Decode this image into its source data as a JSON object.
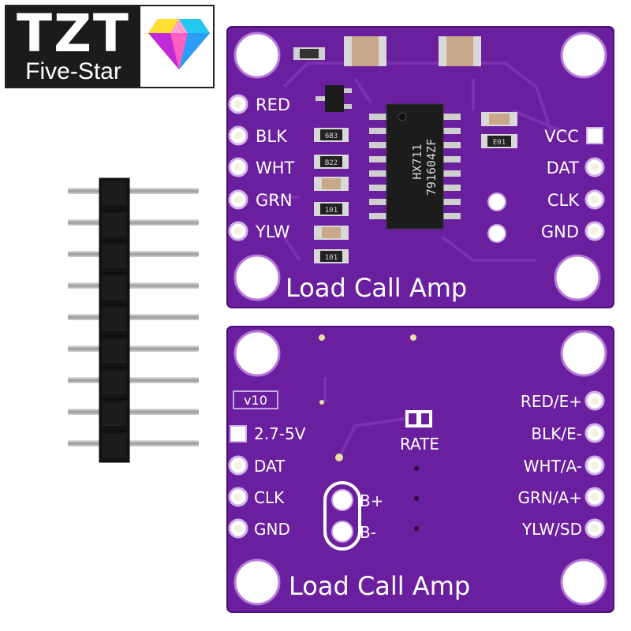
{
  "logo": {
    "brand": "TZT",
    "tagline": "Five-Star"
  },
  "colors": {
    "board": "#6a1f9e",
    "board_edge": "#5a1488",
    "silkscreen": "#ffffff",
    "chip": "#1c1c1c",
    "header_plastic": "#111111",
    "pins": "#b8b8b8"
  },
  "front_board": {
    "left_labels": [
      "RED",
      "BLK",
      "WHT",
      "GRN",
      "YLW"
    ],
    "right_labels": [
      "VCC",
      "DAT",
      "CLK",
      "GND"
    ],
    "chip_line1": "HX711",
    "chip_line2": "791604ZF",
    "resistors": [
      "6B3",
      "B22",
      "101",
      "101",
      "E01"
    ],
    "title": "Load Call Amp"
  },
  "back_board": {
    "version": "v10",
    "voltage": "2.7-5V",
    "left_labels": [
      "DAT",
      "CLK",
      "GND"
    ],
    "right_labels": [
      "RED/E+",
      "BLK/E-",
      "WHT/A-",
      "GRN/A+",
      "YLW/SD"
    ],
    "rate_label": "RATE",
    "b_labels": [
      "B+",
      "B-"
    ],
    "title": "Load Call Amp"
  },
  "pin_header": {
    "pin_count": 9
  }
}
